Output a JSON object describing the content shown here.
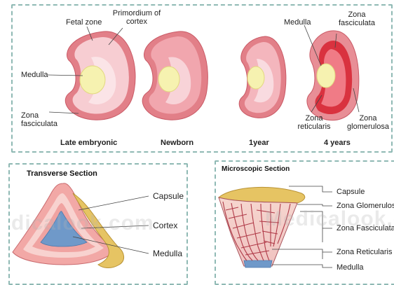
{
  "top_panel": {
    "labels": {
      "fetal_zone": "Fetal zone",
      "primordium": "Primordium of\ncortex",
      "medulla_left": "Medulla",
      "zona_fasciculata_left": "Zona\nfasciculata",
      "medulla_right": "Medulla",
      "zona_fasciculata_right": "Zona\nfasciculata",
      "zona_reticularis": "Zona\nreticularis",
      "zona_glomerulosa": "Zona\nglomerulosa"
    },
    "stages": [
      "Late embryonic",
      "Newborn",
      "1year",
      "4 years"
    ]
  },
  "transverse_panel": {
    "title": "Transverse Section",
    "labels": [
      "Capsule",
      "Cortex",
      "Medulla"
    ],
    "watermark": "dicalook.com"
  },
  "microscopic_panel": {
    "title": "Microscopic Section",
    "labels": [
      "Capsule",
      "Zona Glomerulos",
      "Zona Fasciculata",
      "Zona Reticularis",
      "Medulla"
    ],
    "watermark": "Medicalook.com"
  },
  "colors": {
    "border_dash": "#8fb9b4",
    "outer_pink": "#e8868f",
    "mid_pink": "#f2b5bb",
    "light_pink": "#f9dbe0",
    "medulla_yellow": "#f6f2b0",
    "cortex_red": "#d9323f",
    "capsule_tan": "#e6c463",
    "medulla_blue": "#6f99c9"
  }
}
